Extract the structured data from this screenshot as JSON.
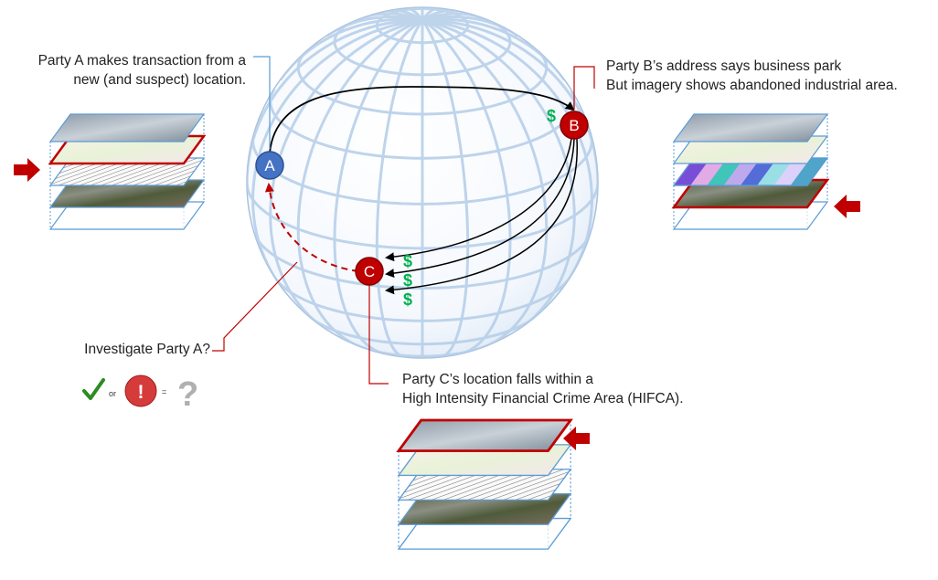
{
  "nodes": {
    "a": {
      "letter": "A",
      "color": "#4472c4"
    },
    "b": {
      "letter": "B",
      "color": "#c00000"
    },
    "c": {
      "letter": "C",
      "color": "#c00000"
    }
  },
  "currency_symbol": "$",
  "callouts": {
    "party_a": {
      "line1": "Party A makes transaction from a",
      "line2": "new (and suspect) location."
    },
    "party_b": {
      "line1": "Party B’s address says business park",
      "line2": "But imagery shows abandoned industrial area."
    },
    "party_c": {
      "line1": "Party C’s location falls within a",
      "line2": "High Intensity Financial Crime Area (HIFCA)."
    },
    "investigate": {
      "text": "Investigate Party A?"
    }
  },
  "decision": {
    "or_label": "or",
    "alert_glyph": "!",
    "equals_label": "=",
    "question_glyph": "?"
  },
  "colors": {
    "accent_red": "#c00000",
    "callout_blue": "#5b9bd5",
    "money_green": "#00b050",
    "globe_line": "#b4cde8"
  },
  "icons": {
    "check": "check-icon",
    "alert": "alert-icon",
    "question": "question-icon",
    "pointer": "pointer-arrow-icon"
  }
}
